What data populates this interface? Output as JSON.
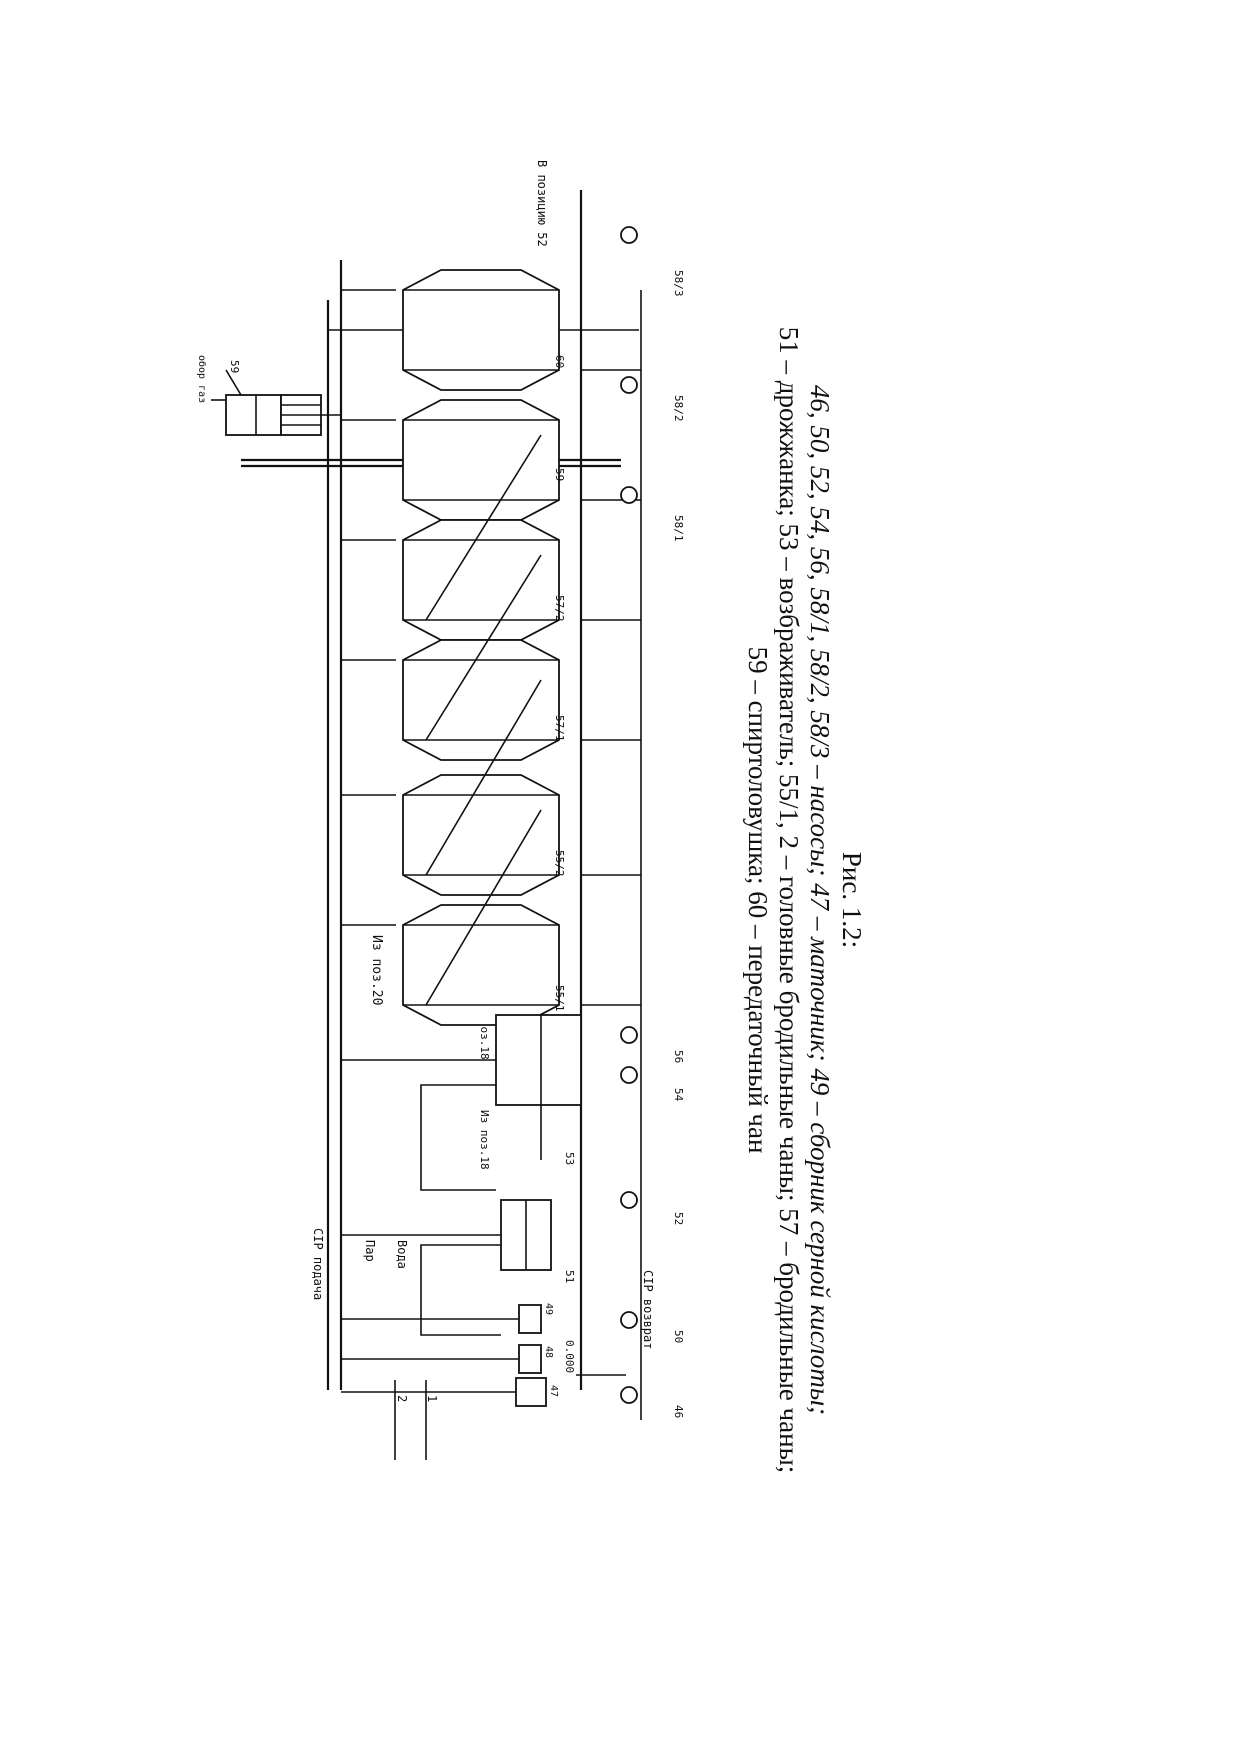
{
  "legend": {
    "line1_code": "1",
    "line1_label": "Вода",
    "line2_code": "2",
    "line2_label": "Пар"
  },
  "flows": {
    "cip_supply": "CIP подача",
    "cip_return": "CIP возврат",
    "to_position": "В позицию 52",
    "from_pos20": "Из поз.20",
    "from_pos18_a": "Из поз.18",
    "from_pos18_b": "Из поз.18",
    "level_mark": "0.000",
    "vent": "обор газ"
  },
  "equipment": {
    "pump_46": "46",
    "pump_50": "50",
    "pump_52": "52",
    "pump_54": "54",
    "pump_56": "56",
    "pump_58_1": "58/1",
    "pump_58_2": "58/2",
    "pump_58_3": "58/3",
    "tank_47": "47",
    "tank_48": "48",
    "tank_49": "49",
    "tank_51": "51",
    "tank_53": "53",
    "tank_55_1": "55/1",
    "tank_55_2": "55/2",
    "tank_57_1": "57/1",
    "tank_57_2": "57/2",
    "tank_59": "59",
    "tank_60": "60",
    "trap_59": "59"
  },
  "caption": {
    "title": "Рис. 1.2:",
    "line1": "46, 50, 52, 54, 56, 58/1, 58/2, 58/3 – насосы; 47 – маточник;  49 – сборник серной кислоты;",
    "line2": "51 – дрожжанка;  53 – возбраживатель; 55/1, 2 – головные бродильные чаны; 57 – бродильные чаны;",
    "line3": "59 – спиртоловушка;  60 – передаточный чан"
  }
}
